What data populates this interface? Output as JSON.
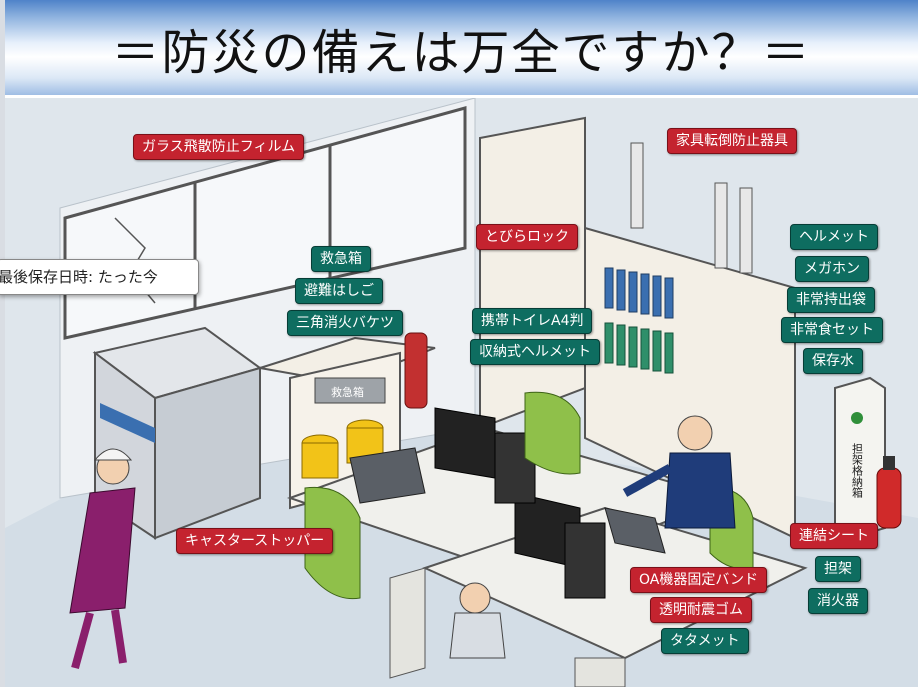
{
  "title": "＝防災の備えは万全ですか？＝",
  "tooltip": "最後保存日時: たった今",
  "labels": {
    "glass_film": "ガラス飛散防止フィルム",
    "furniture": "家具転倒防止器具",
    "door_lock": "とびらロック",
    "first_aid": "救急箱",
    "ladder": "避難はしご",
    "bucket": "三角消火バケツ",
    "toilet": "携帯トイレA4判",
    "folding_helmet": "収納式ヘルメット",
    "helmet": "ヘルメット",
    "megaphone": "メガホン",
    "emergency_bag": "非常持出袋",
    "food_set": "非常食セット",
    "water": "保存水",
    "caster": "キャスターストッパー",
    "sheet": "連結シート",
    "stretcher": "担架",
    "extinguisher": "消火器",
    "oa_band": "OA機器固定バンド",
    "rubber": "透明耐震ゴム",
    "tatamet": "タタメット"
  },
  "box_label": "救急箱",
  "cabinet_text": "担架格納箱",
  "colors": {
    "tag_red": "#c4232f",
    "tag_teal": "#0e6d60",
    "header_blue": "#4f83c9"
  }
}
